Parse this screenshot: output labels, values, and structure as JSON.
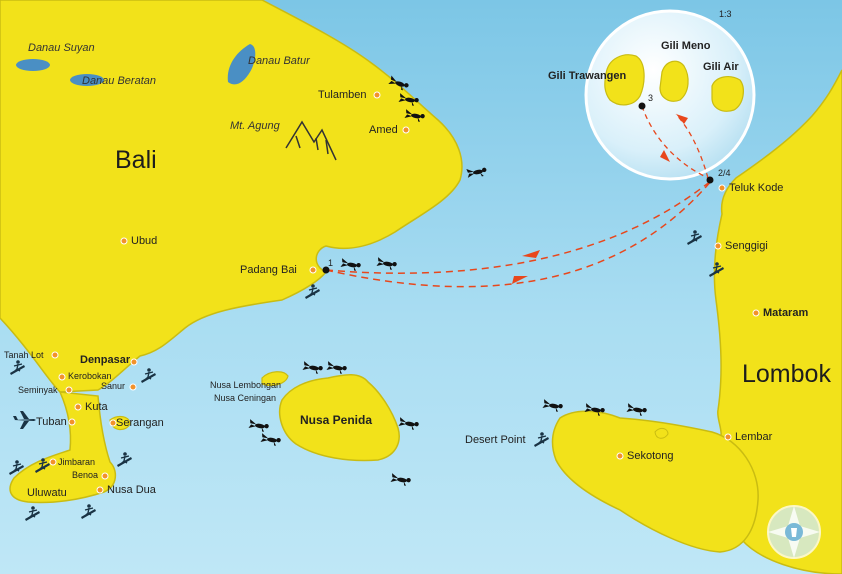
{
  "regions": {
    "bali": "Bali",
    "lombok": "Lombok"
  },
  "lakes": {
    "suyan": "Danau Suyan",
    "beratan": "Danau Beratan",
    "batur": "Danau Batur"
  },
  "mountain": "Mt. Agung",
  "bali_places": {
    "tulamben": "Tulamben",
    "amed": "Amed",
    "ubud": "Ubud",
    "padang_bai": "Padang Bai",
    "tanah_lot": "Tanah Lot",
    "denpasar": "Denpasar",
    "kerobokan": "Kerobokan",
    "seminyak": "Seminyak",
    "sanur": "Sanur",
    "kuta": "Kuta",
    "tuban": "Tuban",
    "serangan": "Serangan",
    "jimbaran": "Jimbaran",
    "benoa": "Benoa",
    "uluwatu": "Uluwatu",
    "nusa_dua": "Nusa Dua"
  },
  "nusa": {
    "lembongan": "Nusa Lembongan",
    "ceningan": "Nusa Ceningan",
    "penida": "Nusa Penida"
  },
  "lombok_places": {
    "teluk_kode": "Teluk Kode",
    "senggigi": "Senggigi",
    "mataram": "Mataram",
    "lembar": "Lembar",
    "sekotong": "Sekotong",
    "desert_point": "Desert Point"
  },
  "inset": {
    "scale": "1:3",
    "trawangan": "Gili Trawangen",
    "meno": "Gili Meno",
    "air": "Gili Air"
  },
  "route_markers": {
    "m1": "1",
    "m3": "3",
    "m24": "2/4"
  },
  "icons": [
    "diver-icon",
    "surfer-icon",
    "airplane-icon",
    "compass-logo-icon"
  ],
  "colors": {
    "sea": "#a9ddf2",
    "land": "#f2e21a",
    "coast": "#c9bc12",
    "lake": "#4a8fc4",
    "town": "#f2922a",
    "route": "#e8471c"
  }
}
